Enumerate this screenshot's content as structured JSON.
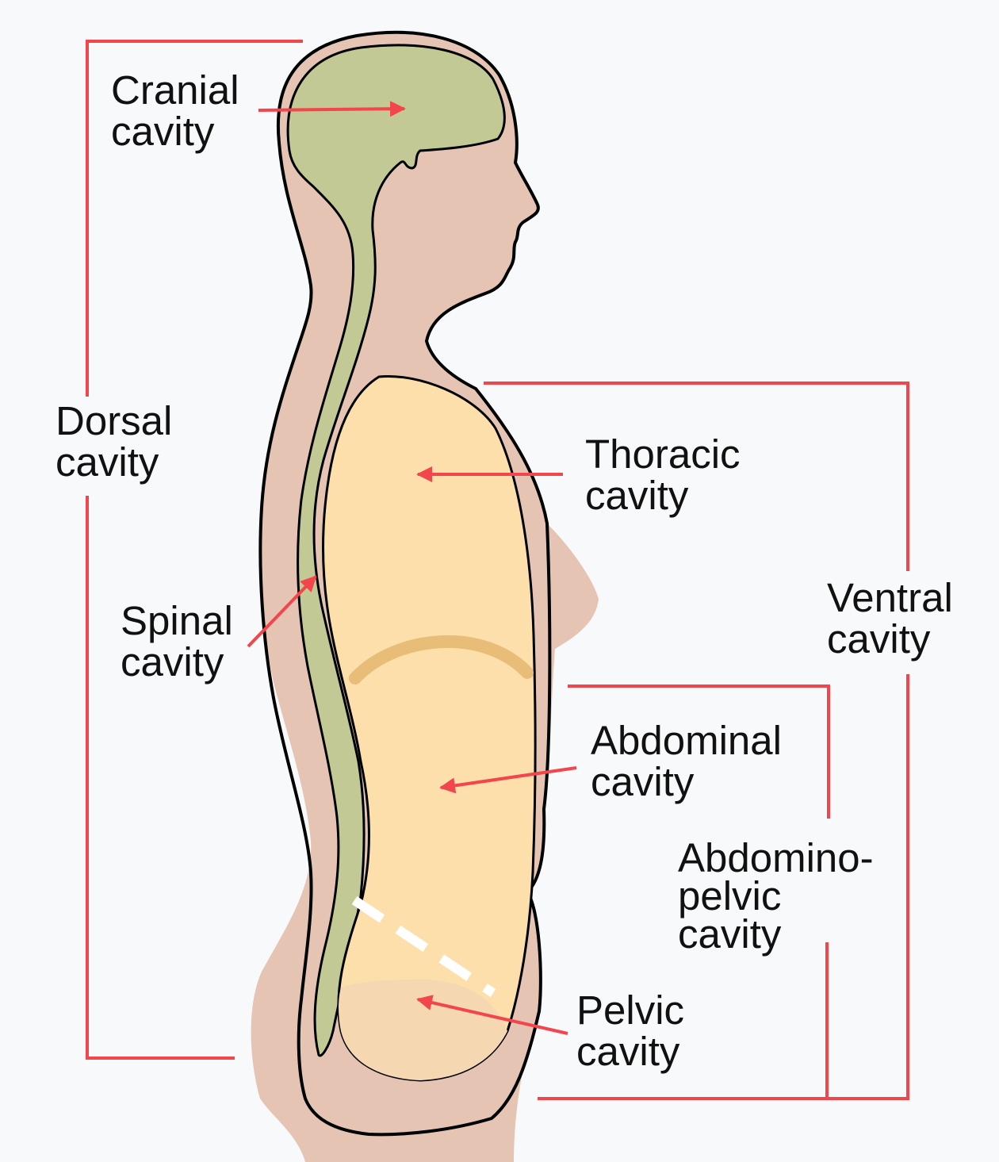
{
  "colors": {
    "background": "#f8f9fa",
    "skin": "#e5c4b4",
    "outline": "#000000",
    "neural": "#c2c994",
    "ventral": "#fddfab",
    "pelvic": "#f5d8b2",
    "diaphragm": "#e8bd78",
    "bracket": "#f2464c",
    "text": "#111111"
  },
  "labels": {
    "cranial": "Cranial\ncavity",
    "dorsal": "Dorsal\ncavity",
    "spinal": "Spinal\ncavity",
    "thoracic": "Thoracic\ncavity",
    "ventral": "Ventral\ncavity",
    "abdominal": "Abdominal\ncavity",
    "abdominopelvic": "Abdomino-\npelvic\ncavity",
    "pelvic": "Pelvic\ncavity"
  }
}
